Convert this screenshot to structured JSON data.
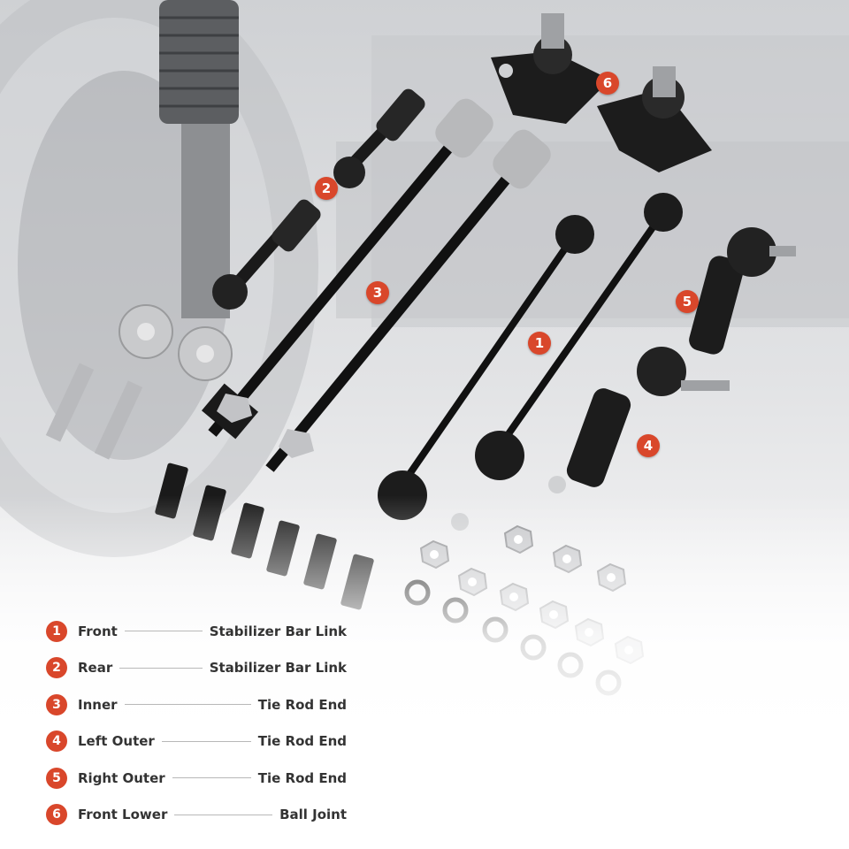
{
  "markers": [
    {
      "num": "6"
    },
    {
      "num": "2"
    },
    {
      "num": "3"
    },
    {
      "num": "1"
    },
    {
      "num": "5"
    },
    {
      "num": "4"
    }
  ],
  "legend": [
    {
      "num": "1",
      "position": "Front",
      "part": "Stabilizer Bar Link"
    },
    {
      "num": "2",
      "position": "Rear",
      "part": "Stabilizer Bar Link"
    },
    {
      "num": "3",
      "position": "Inner",
      "part": "Tie Rod End"
    },
    {
      "num": "4",
      "position": "Left Outer",
      "part": "Tie Rod End"
    },
    {
      "num": "5",
      "position": "Right Outer",
      "part": "Tie Rod End"
    },
    {
      "num": "6",
      "position": "Front Lower",
      "part": "Ball Joint"
    }
  ],
  "colors": {
    "accent": "#d9472b",
    "part_black": "#1a1a1a",
    "metal": "#b8b9bb"
  }
}
